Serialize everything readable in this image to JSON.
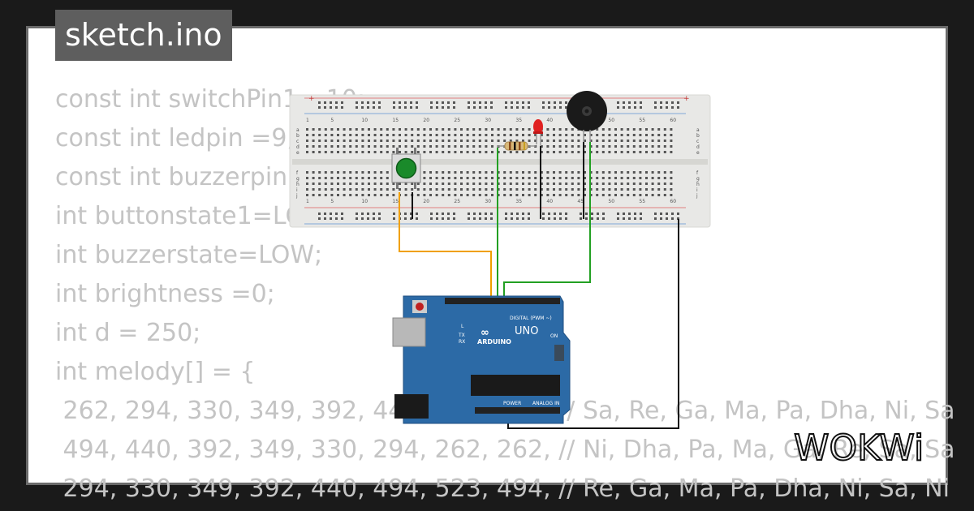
{
  "file_tab": {
    "label": "sketch.ino"
  },
  "code_lines": [
    "const int switchPin1 =10;",
    "const int ledpin =9;",
    "const int buzzerpin =8;",
    "int buttonstate1=LOW;",
    "int buzzerstate=LOW;",
    "int brightness =0;",
    "int d = 250;",
    "int melody[] = {",
    " 262, 294, 330, 349, 392, 440, 494, 523, // Sa, Re, Ga, Ma, Pa, Dha, Ni, Sa",
    " 494, 440, 392, 349, 330, 294, 262, 262, // Ni, Dha, Pa, Ma, Ga, Re, Sa, Sa",
    " 294, 330, 349, 392, 440, 494, 523, 494, // Re, Ga, Ma, Pa, Dha, Ni, Sa, Ni"
  ],
  "breadboard": {
    "col_numbers": [
      "1",
      "5",
      "10",
      "15",
      "20",
      "25",
      "30",
      "35",
      "40",
      "45",
      "50",
      "55",
      "60"
    ],
    "row_letters_top": [
      "a",
      "b",
      "c",
      "d",
      "e"
    ],
    "row_letters_bottom": [
      "f",
      "g",
      "h",
      "i",
      "j"
    ],
    "plus": "+",
    "minus": "−"
  },
  "arduino": {
    "brand": "ARDUINO",
    "model": "UNO",
    "digital_label": "DIGITAL (PWM ~)",
    "power_label": "POWER",
    "analog_label": "ANALOG IN",
    "on_label": "ON",
    "led_l": "L",
    "led_tx": "TX",
    "led_rx": "RX",
    "logo": "∞"
  },
  "brand_logo": {
    "text": "WOKWi"
  },
  "colors": {
    "background": "#1a1a1a",
    "board_blue": "#2c6aa6",
    "wire_orange": "#f0a000",
    "wire_green": "#22a022",
    "wire_black": "#111111",
    "button_green": "#1a8a2a",
    "led_red": "#e02020"
  }
}
